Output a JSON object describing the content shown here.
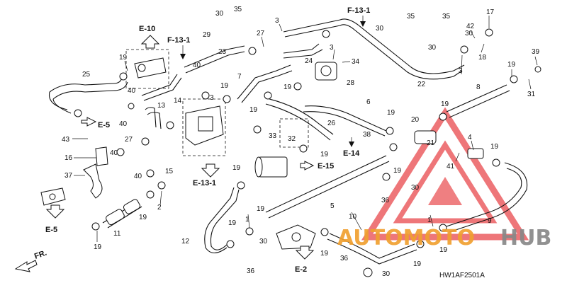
{
  "diagram_code": "HW1AF2501A",
  "watermark": {
    "text_orange": "AUTOMOTO",
    "text_gray": "HUB",
    "color_orange": "#f0a030",
    "color_gray": "#888888",
    "triangle_color": "#e8484c"
  },
  "front_arrow": "FR.",
  "references": {
    "e10": "E-10",
    "f13_left": "F-13-1",
    "f13_right": "F-13-1",
    "e5_left": "E-5",
    "e5_bottom": "E-5",
    "e13": "E-13-1",
    "e14": "E-14",
    "e15": "E-15",
    "e2": "E-2"
  },
  "part_labels": {
    "l30a": "30",
    "l35a": "35",
    "l3a": "3",
    "l27a": "27",
    "l29": "29",
    "l23": "23",
    "l40a": "40",
    "l19a": "19",
    "l25": "25",
    "l40b": "40",
    "l14": "14",
    "l3b": "3",
    "l19b": "19",
    "l7": "7",
    "l19c": "19",
    "l24": "24",
    "l3c": "3",
    "l34": "34",
    "l28": "28",
    "l19d": "19",
    "l6": "6",
    "l30b": "30",
    "l35b": "35",
    "l30c": "30",
    "l35c": "35",
    "l30d": "30",
    "l17": "17",
    "l42": "42",
    "l18": "18",
    "l3d": "3",
    "l22": "22",
    "l39": "39",
    "l19e": "19",
    "l31": "31",
    "l8": "8",
    "l13": "13",
    "l40c": "40",
    "l27b": "27",
    "l43": "43",
    "l40d": "40",
    "l16": "16",
    "l37": "37",
    "l40e": "40",
    "l15": "15",
    "l2": "2",
    "l19f": "19",
    "l11": "11",
    "l19g": "19",
    "l33": "33",
    "l32": "32",
    "l26": "26",
    "l38": "38",
    "l19h": "19",
    "l19i": "19",
    "l20": "20",
    "l21": "21",
    "l19j": "19",
    "l4": "4",
    "l41": "41",
    "l19k": "19",
    "l19l": "19",
    "l36a": "36",
    "l30e": "30",
    "l5": "5",
    "l10": "10",
    "l9": "9",
    "l12": "12",
    "l19m": "19",
    "l1a": "1",
    "l19n": "19",
    "l30f": "30",
    "l36b": "36",
    "l19o": "19",
    "l36c": "36",
    "l30g": "30",
    "l1b": "1",
    "l19p": "19",
    "l19q": "19",
    "l19r": "19"
  }
}
